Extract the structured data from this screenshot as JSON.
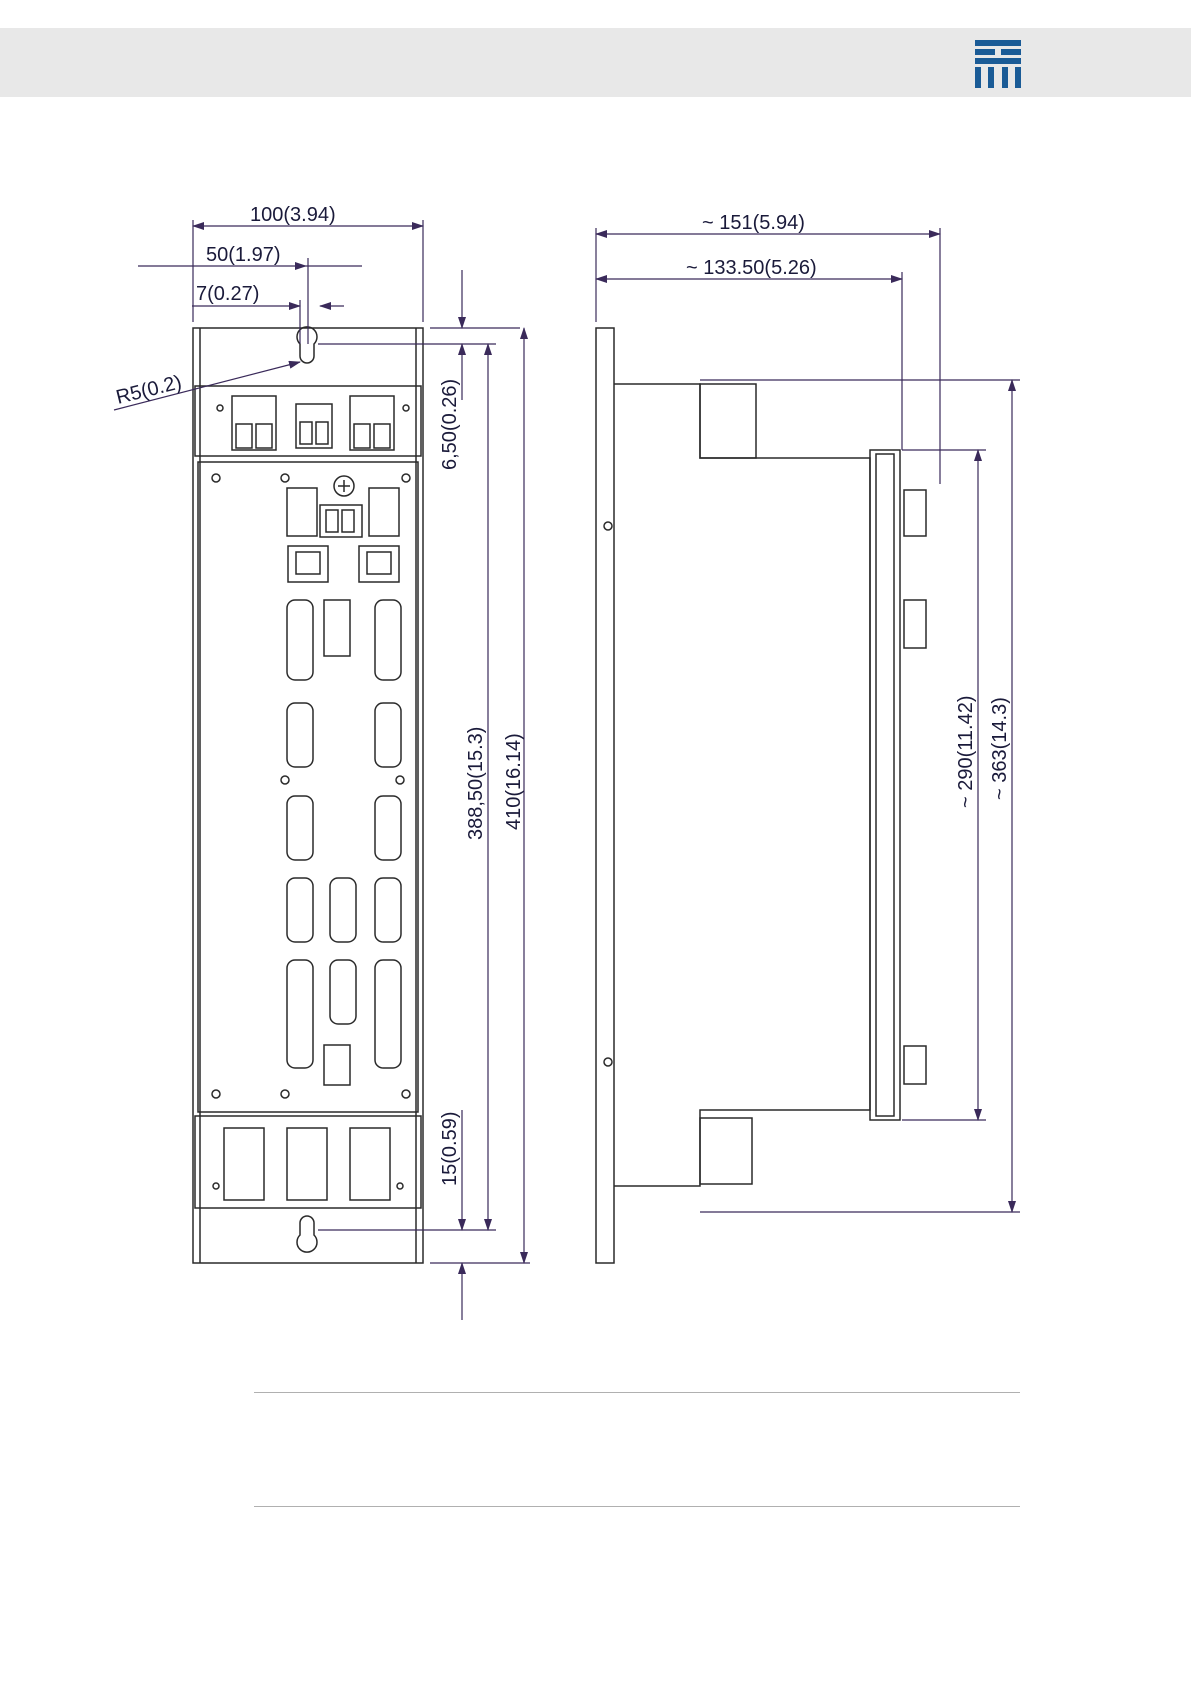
{
  "colors": {
    "header_bg": "#e8e8e8",
    "logo_blue": "#1a5b96",
    "line": "#2a2a2a",
    "arrow": "#3a2a5a"
  },
  "front_view": {
    "dim_width": "100(3.94)",
    "dim_half_width": "50(1.97)",
    "dim_offset": "7(0.27)",
    "dim_radius": "R5(0.2)",
    "dim_top_offset": "6,50(0.26)",
    "dim_hole_spacing": "388,50(15.3)",
    "dim_height": "410(16.14)",
    "dim_bottom_offset": "15(0.59)"
  },
  "side_view": {
    "dim_depth_total": "~ 151(5.94)",
    "dim_depth_body": "~ 133.50(5.26)",
    "dim_front_height": "~ 290(11.42)",
    "dim_body_height": "~ 363(14.3)"
  }
}
